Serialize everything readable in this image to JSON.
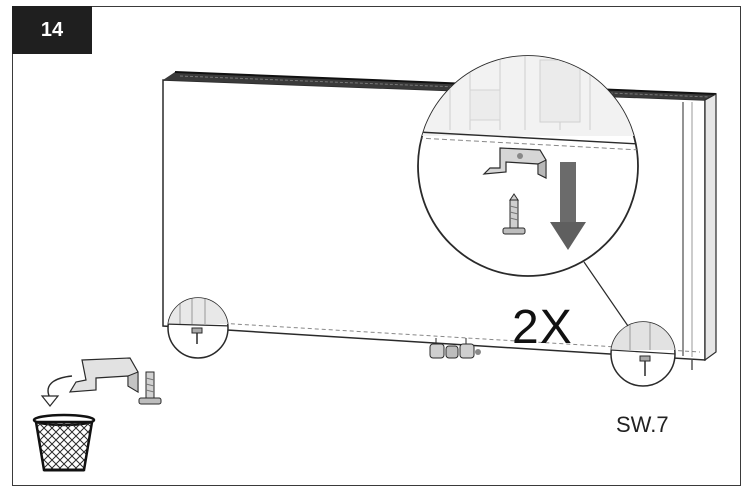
{
  "step": {
    "number": "14"
  },
  "callout": {
    "repeat": "2X"
  },
  "tool": {
    "label": "SW.7"
  },
  "icons": {
    "arrow_direction": "down-arrow-icon",
    "discard": "wastebasket-icon",
    "removed_parts": "bracket-and-screw-icon"
  },
  "colors": {
    "line": "#2a2a2a",
    "panel_shade": "#d9d9d9",
    "arrow": "#6b6b6b",
    "badge": "#1f1f1f"
  }
}
